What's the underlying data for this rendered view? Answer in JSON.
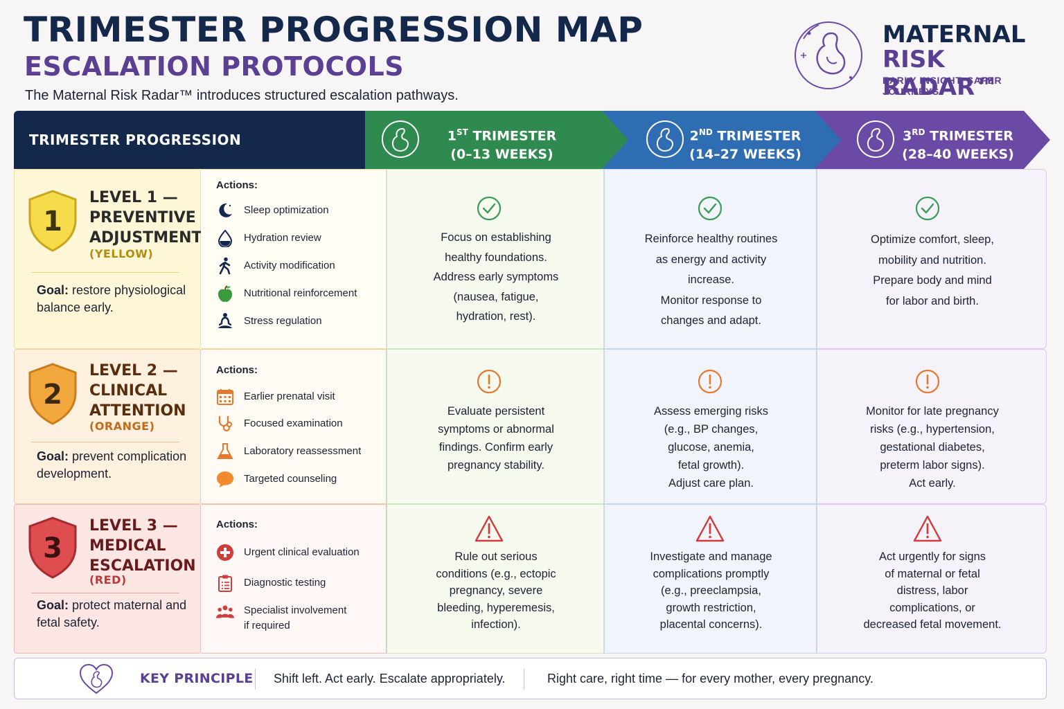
{
  "header": {
    "title": "TRIMESTER PROGRESSION MAP",
    "subtitle": "ESCALATION PROTOCOLS",
    "intro": "The Maternal Risk Radar™ introduces structured escalation pathways."
  },
  "brand": {
    "line1": "MATERNAL",
    "line2": "RISK RADAR™",
    "tagline": "EARLY INSIGHT. SAFER JOURNEYS."
  },
  "table_header": {
    "left_label": "TRIMESTER PROGRESSION",
    "trimesters": [
      {
        "num": "1",
        "sup": "ST",
        "label": "TRIMESTER",
        "range": "(0–13 WEEKS)",
        "color": "#2f8a4f"
      },
      {
        "num": "2",
        "sup": "ND",
        "label": "TRIMESTER",
        "range": "(14–27 WEEKS)",
        "color": "#2f6db3"
      },
      {
        "num": "3",
        "sup": "RD",
        "label": "TRIMESTER",
        "range": "(28–40 WEEKS)",
        "color": "#6a4aa5"
      }
    ]
  },
  "levels": [
    {
      "number": "1",
      "title1": "LEVEL 1 —",
      "title2": "PREVENTIVE",
      "title3": "ADJUSTMENT",
      "color_word": "(YELLOW)",
      "goal_label": "Goal:",
      "goal_text": "restore physiological balance early.",
      "actions_label": "Actions:",
      "actions": [
        {
          "icon": "moon-icon",
          "label": "Sleep optimization"
        },
        {
          "icon": "water-drop-icon",
          "label": "Hydration review"
        },
        {
          "icon": "walking-person-icon",
          "label": "Activity modification"
        },
        {
          "icon": "apple-icon",
          "label": "Nutritional reinforcement"
        },
        {
          "icon": "meditation-icon",
          "label": "Stress regulation"
        }
      ],
      "trimester_text": [
        [
          "Focus on establishing",
          "healthy foundations.",
          "Address early symptoms",
          "(nausea, fatigue,",
          "hydration, rest)."
        ],
        [
          "Reinforce healthy routines",
          "as energy and activity",
          "increase.",
          "Monitor response to",
          "changes and adapt."
        ],
        [
          "Optimize comfort, sleep,",
          "mobility and nutrition.",
          "Prepare body and mind",
          "for labor and birth."
        ]
      ]
    },
    {
      "number": "2",
      "title1": "LEVEL 2 —",
      "title2": "CLINICAL",
      "title3": "ATTENTION",
      "color_word": "(ORANGE)",
      "goal_label": "Goal:",
      "goal_text": "prevent complication development.",
      "actions_label": "Actions:",
      "actions": [
        {
          "icon": "calendar-icon",
          "label": "Earlier prenatal visit"
        },
        {
          "icon": "stethoscope-icon",
          "label": "Focused examination"
        },
        {
          "icon": "flask-icon",
          "label": "Laboratory reassessment"
        },
        {
          "icon": "chat-bubble-icon",
          "label": "Targeted counseling"
        }
      ],
      "trimester_text": [
        [
          "Evaluate persistent",
          "symptoms or abnormal",
          "findings. Confirm early",
          "pregnancy stability."
        ],
        [
          "Assess emerging risks",
          "(e.g., BP changes,",
          "glucose, anemia,",
          "fetal growth).",
          "Adjust care plan."
        ],
        [
          "Monitor for late pregnancy",
          "risks (e.g., hypertension,",
          "gestational diabetes,",
          "preterm labor signs).",
          "Act early."
        ]
      ]
    },
    {
      "number": "3",
      "title1": "LEVEL 3 —",
      "title2": "MEDICAL",
      "title3": "ESCALATION",
      "color_word": "(RED)",
      "goal_label": "Goal:",
      "goal_text": "protect maternal and fetal safety.",
      "actions_label": "Actions:",
      "actions": [
        {
          "icon": "medical-cross-icon",
          "label": "Urgent clinical evaluation"
        },
        {
          "icon": "clipboard-icon",
          "label": "Diagnostic testing"
        },
        {
          "icon": "team-icon",
          "label": "Specialist involvement",
          "label2": "if required"
        }
      ],
      "trimester_text": [
        [
          "Rule out serious",
          "conditions (e.g., ectopic",
          "pregnancy, severe",
          "bleeding, hyperemesis,",
          "infection)."
        ],
        [
          "Investigate and manage",
          "complications promptly",
          "(e.g., preeclampsia,",
          "growth restriction,",
          "placental concerns)."
        ],
        [
          "Act urgently for signs",
          "of maternal or fetal",
          "distress, labor",
          "complications, or",
          "decreased fetal movement."
        ]
      ]
    }
  ],
  "footer": {
    "label": "KEY PRINCIPLE",
    "message1": "Shift left. Act early. Escalate appropriately.",
    "message2": "Right care, right time — for every mother, every pregnancy."
  },
  "colors": {
    "navy": "#14284b",
    "purple": "#5a3f93",
    "yellow": "#f2d54b",
    "orange": "#f0a23a",
    "red": "#d9434a",
    "green_check": "#3a9a58",
    "orange_alert": "#e6782e",
    "red_alert": "#cf3c3c"
  }
}
